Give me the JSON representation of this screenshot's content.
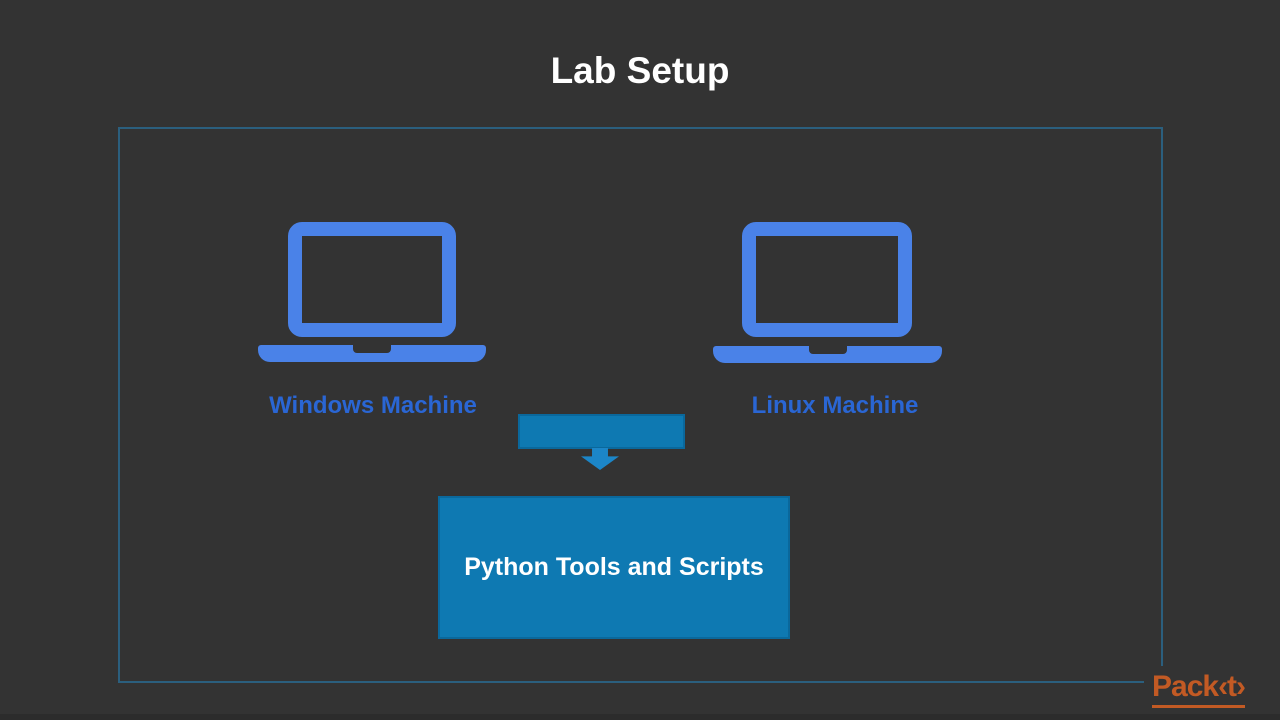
{
  "slide": {
    "title": "Lab Setup"
  },
  "machines": [
    {
      "label": "Windows Machine"
    },
    {
      "label": "Linux Machine"
    }
  ],
  "flow": {
    "target_box_label": "Python Tools and Scripts"
  },
  "logo": {
    "text": "Pack‹t›"
  },
  "colors": {
    "background": "#333333",
    "frame_border": "#2b5f7e",
    "laptop_blue": "#4a82e8",
    "label_blue": "#2a66d4",
    "box_fill": "#0e79b2",
    "box_border": "#0a689c",
    "arrow_blue": "#1c86c8",
    "packt_orange": "#c25a24",
    "title_white": "#ffffff",
    "bottom_strip": "#2c2c2c"
  }
}
